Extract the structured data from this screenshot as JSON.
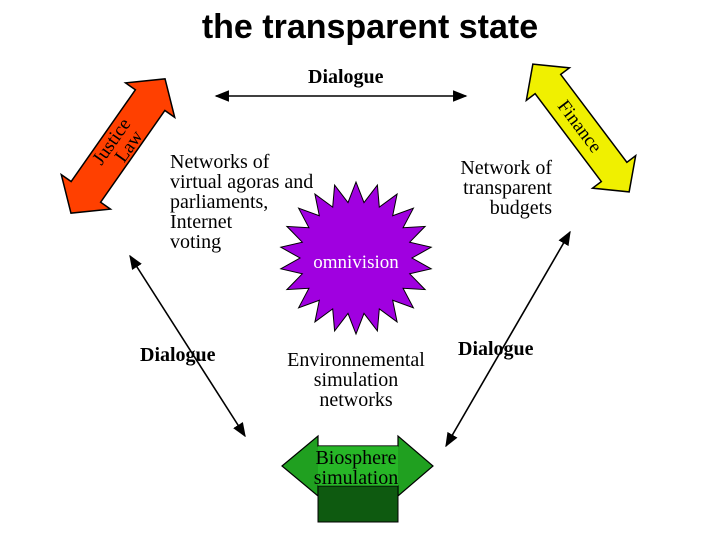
{
  "title": "the transparent state",
  "dialogue": {
    "top": "Dialogue",
    "left": "Dialogue",
    "right": "Dialogue"
  },
  "nodes": {
    "justice": {
      "line1": "Justice",
      "line2": "Law",
      "color": "#ff4000"
    },
    "finance": {
      "label": "Finance",
      "color": "#f0f000"
    },
    "biosphere": {
      "line1": "Biosphere",
      "line2": "simulation",
      "color": "#20a020"
    },
    "omnivision": {
      "label": "omnivision",
      "color": "#a000e0"
    }
  },
  "texts": {
    "agoras": [
      "Networks of",
      "virtual agoras and",
      "parliaments,",
      "Internet",
      "voting"
    ],
    "budgets": [
      "Network of",
      "transparent",
      "budgets"
    ],
    "environment": [
      "Environnemental",
      "simulation",
      "networks"
    ]
  }
}
